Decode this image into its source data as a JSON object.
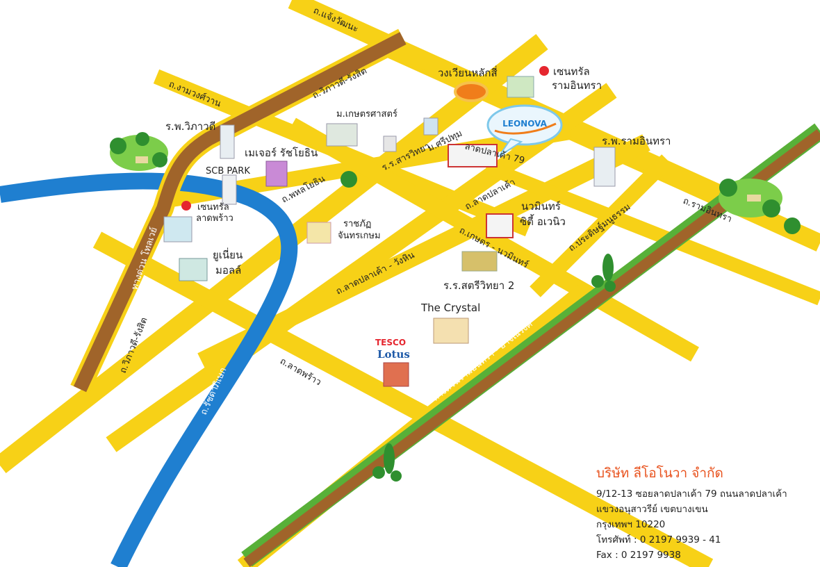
{
  "roads": {
    "chaeng_watthana": "ถ.แจ้งวัฒนะ",
    "ngamwongwan": "ถ.งามวงศ์วาน",
    "vibhavadi_rangsit_top": "ถ.วิภาวดี-รังสิต",
    "vibhavadi_rangsit_left": "ถ.วิภาวดี-รังสิต",
    "phahonyothin": "ถ.พหลโยธิน",
    "lat_pla_khao": "ถ.ลาดปลาเค้า",
    "lat_pla_khao_wang_hin": "ถ.ลาดปลาเค้า - วังหิน",
    "kaset_nawamin": "ถ.เกษตร - นวมินทร์",
    "pradit_manutham": "ถ.ประดิษฐ์มนูธรรม",
    "ram_inthra": "ถ.รามอินทรา",
    "lat_phrao": "ถ.ลาดพร้าว",
    "ratchadaphisek": "ถ.รัชดาภิเษก"
  },
  "highways": {
    "tollway": "ทางด่วน โทลเวย์",
    "ram_inthra_expressway": "ทางด่วนรามอินทรา - อาจณรงค์"
  },
  "landmarks": {
    "lak_si_circle": "วงเวียนหลักสี่",
    "central_ram_inthra_1": "เซนทรัล",
    "central_ram_inthra_2": "รามอินทรา",
    "vibhavadi_hospital": "ร.พ.วิภาวดี",
    "kasetsart_university": "ม.เกษตรศาสตร์",
    "sarawittaya_school": "ร.ร.สารวิทยา",
    "sripathum_university": "ม.ศรีปทุม",
    "lat_pla_khao_79": "ลาดปลาเค้า 79",
    "leonova": "LEONOVA",
    "ram_inthra_hospital": "ร.พ.รามอินทรา",
    "major_ratchayothin": "เมเจอร์ รัชโยธิน",
    "scb_park": "SCB PARK",
    "central_lat_phrao_1": "เซนทรัล",
    "central_lat_phrao_2": "ลาดพร้าว",
    "rajabhat_1": "ราชภัฏ",
    "rajabhat_2": "จันทรเกษม",
    "nawamin_city_1": "นวมินทร์",
    "nawamin_city_2": "ซิตี้ อเวนิว",
    "union_mall_1": "ยูเนี่ยน",
    "union_mall_2": "มอลล์",
    "satri_wittaya_2": "ร.ร.สตรีวิทยา 2",
    "the_crystal": "The Crystal",
    "tesco": "TESCO",
    "lotus": "Lotus"
  },
  "company": {
    "name": "บริษัท ลีโอโนวา จำกัด",
    "address_1": "9/12-13 ซอยลาดปลาเค้า 79 ถนนลาดปลาเค้า",
    "address_2": "แขวงอนุสาวรีย์  เขตบางเขน",
    "address_3": "กรุงเทพฯ 10220",
    "phone": "โทรศัพท์ : 0 2197 9939 - 41",
    "fax": "Fax : 0 2197 9938"
  },
  "colors": {
    "road": "#f7d117",
    "tollway": "#a0642a",
    "river": "#1f7fd0",
    "expressway_green": "#58b038",
    "circle": "#f07d1a",
    "company_name": "#e8511c"
  }
}
